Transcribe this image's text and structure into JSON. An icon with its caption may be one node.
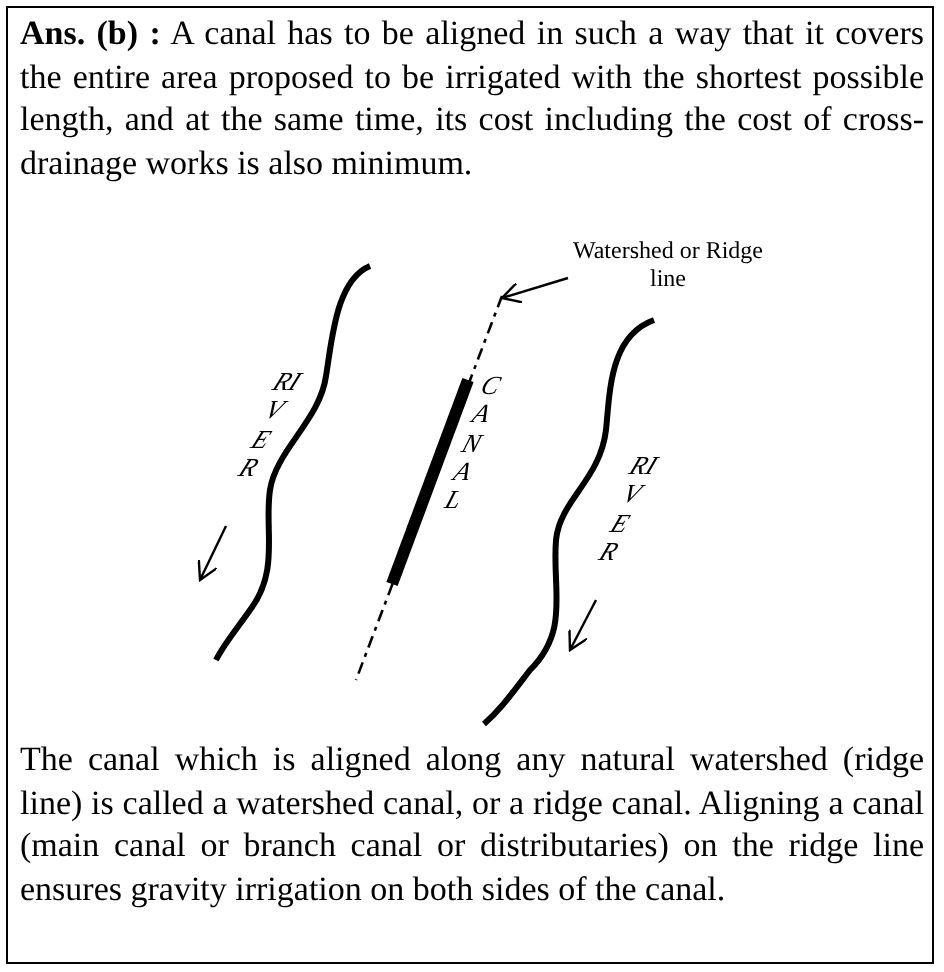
{
  "diagram": {
    "nodes": [
      {
        "text": [
          "Watershed or Ridge line"
        ]
      },
      {
        "text": [],
        "shape": "line"
      }
    ],
    "edges": [
      {
        "from": 0,
        "to": 1,
        "arrow": "to"
      }
    ],
    "labels": [
      "**Ans. (b) :** A canal has to be aligned in such a way that it covers the entire area proposed to be irrigated with the shortest possible length, and at the same time, its cost including the cost of cross-drainage works is also minimum.",
      "RIVER",
      "CANAL",
      "RIVER",
      "The canal which is aligned along any natural watershed (ridge line) is called a watershed canal, or a ridge canal. Aligning a canal (main canal or branch canal or distributaries) on the ridge line ensures gravity irrigation on both sides of the canal."
    ]
  }
}
